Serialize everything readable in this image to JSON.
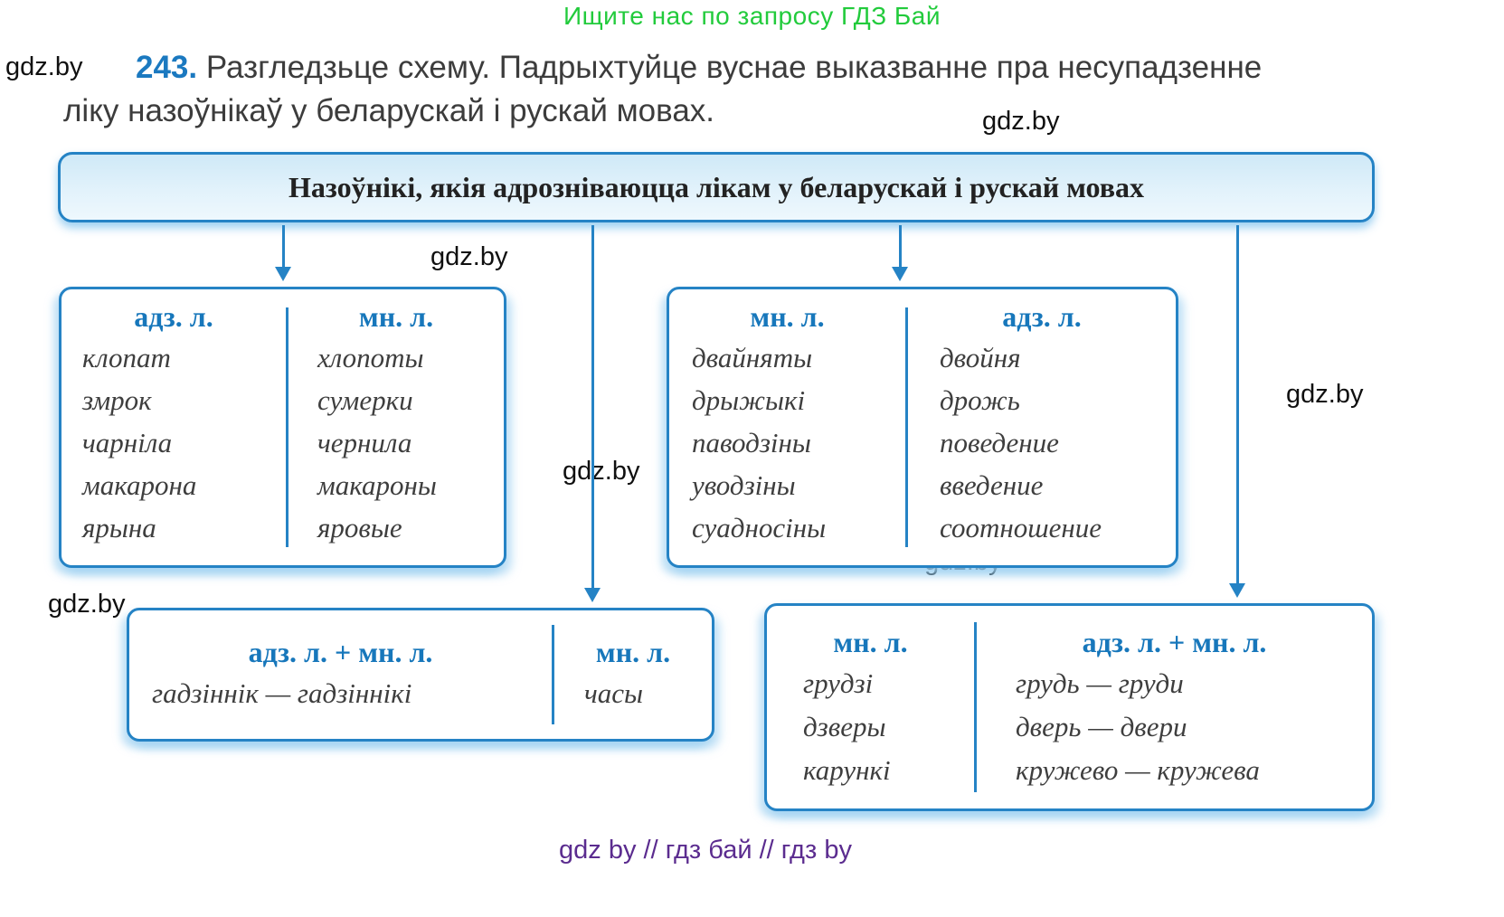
{
  "promo_top": "Ищите нас по запросу ГДЗ Бай",
  "watermark": "gdz.by",
  "task": {
    "number": "243.",
    "line1": "Разгледзьце схему. Падрыхтуйце вуснае выказванне пра несупадзенне",
    "line2": "ліку назоўнікаў у беларускай і рускай мовах."
  },
  "diagram": {
    "title": "Назоўнікі, якія адрозніваюцца лікам у беларускай і рускай мовах",
    "boxes": [
      {
        "columns": [
          {
            "header": "адз. л.",
            "items": [
              "клопат",
              "змрок",
              "чарніла",
              "макарона",
              "ярына"
            ]
          },
          {
            "header": "мн. л.",
            "items": [
              "хлопоты",
              "сумерки",
              "чернила",
              "макароны",
              "яровые"
            ]
          }
        ]
      },
      {
        "columns": [
          {
            "header": "мн. л.",
            "items": [
              "двайняты",
              "дрыжыкі",
              "паводзіны",
              "уводзіны",
              "суадносіны"
            ]
          },
          {
            "header": "адз. л.",
            "items": [
              "двойня",
              "дрожь",
              "поведение",
              "введение",
              "соотношение"
            ]
          }
        ]
      },
      {
        "columns": [
          {
            "header": "адз. л. + мн. л.",
            "items": [
              "гадзіннік — гадзіннікі"
            ]
          },
          {
            "header": "мн. л.",
            "items": [
              "часы"
            ]
          }
        ]
      },
      {
        "columns": [
          {
            "header": "мн. л.",
            "items": [
              "грудзі",
              "дзверы",
              "карункі"
            ]
          },
          {
            "header": "адз. л. + мн. л.",
            "items": [
              "грудь — груди",
              "дверь — двери",
              "кружево — кружева"
            ]
          }
        ]
      }
    ]
  },
  "footer_promo": "gdz by  //  гдз бай  //  гдз by",
  "colors": {
    "accent_blue": "#1777bb",
    "border_blue": "#2583c5",
    "promo_green": "#22cb3c",
    "footer_purple": "#5b2c8f",
    "word_text": "#3e3e3e"
  }
}
